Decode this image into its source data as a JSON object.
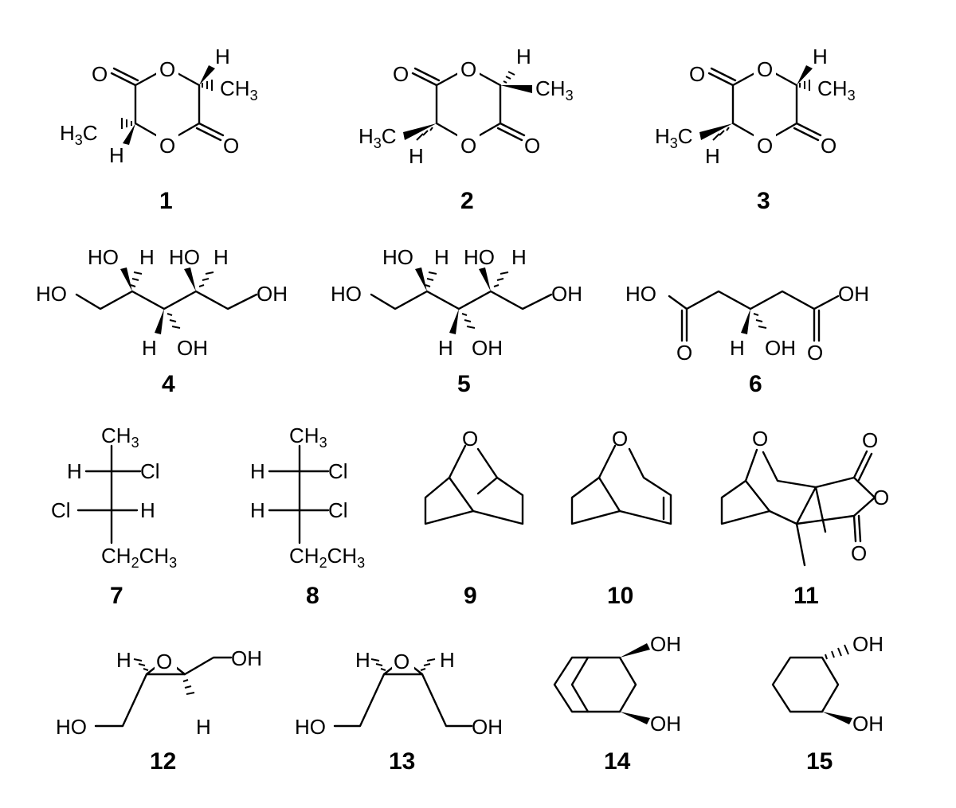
{
  "compounds": [
    {
      "number": "1"
    },
    {
      "number": "2"
    },
    {
      "number": "3"
    },
    {
      "number": "4"
    },
    {
      "number": "5"
    },
    {
      "number": "6"
    },
    {
      "number": "7"
    },
    {
      "number": "8"
    },
    {
      "number": "9"
    },
    {
      "number": "10"
    },
    {
      "number": "11"
    },
    {
      "number": "12"
    },
    {
      "number": "13"
    },
    {
      "number": "14"
    },
    {
      "number": "15"
    }
  ],
  "atoms": {
    "O": "O",
    "H": "H",
    "OH": "OH",
    "HO": "HO",
    "Cl": "Cl",
    "C": "C",
    "CH": "CH",
    "CH2": "CH",
    "sub2": "2",
    "sub3": "3"
  }
}
